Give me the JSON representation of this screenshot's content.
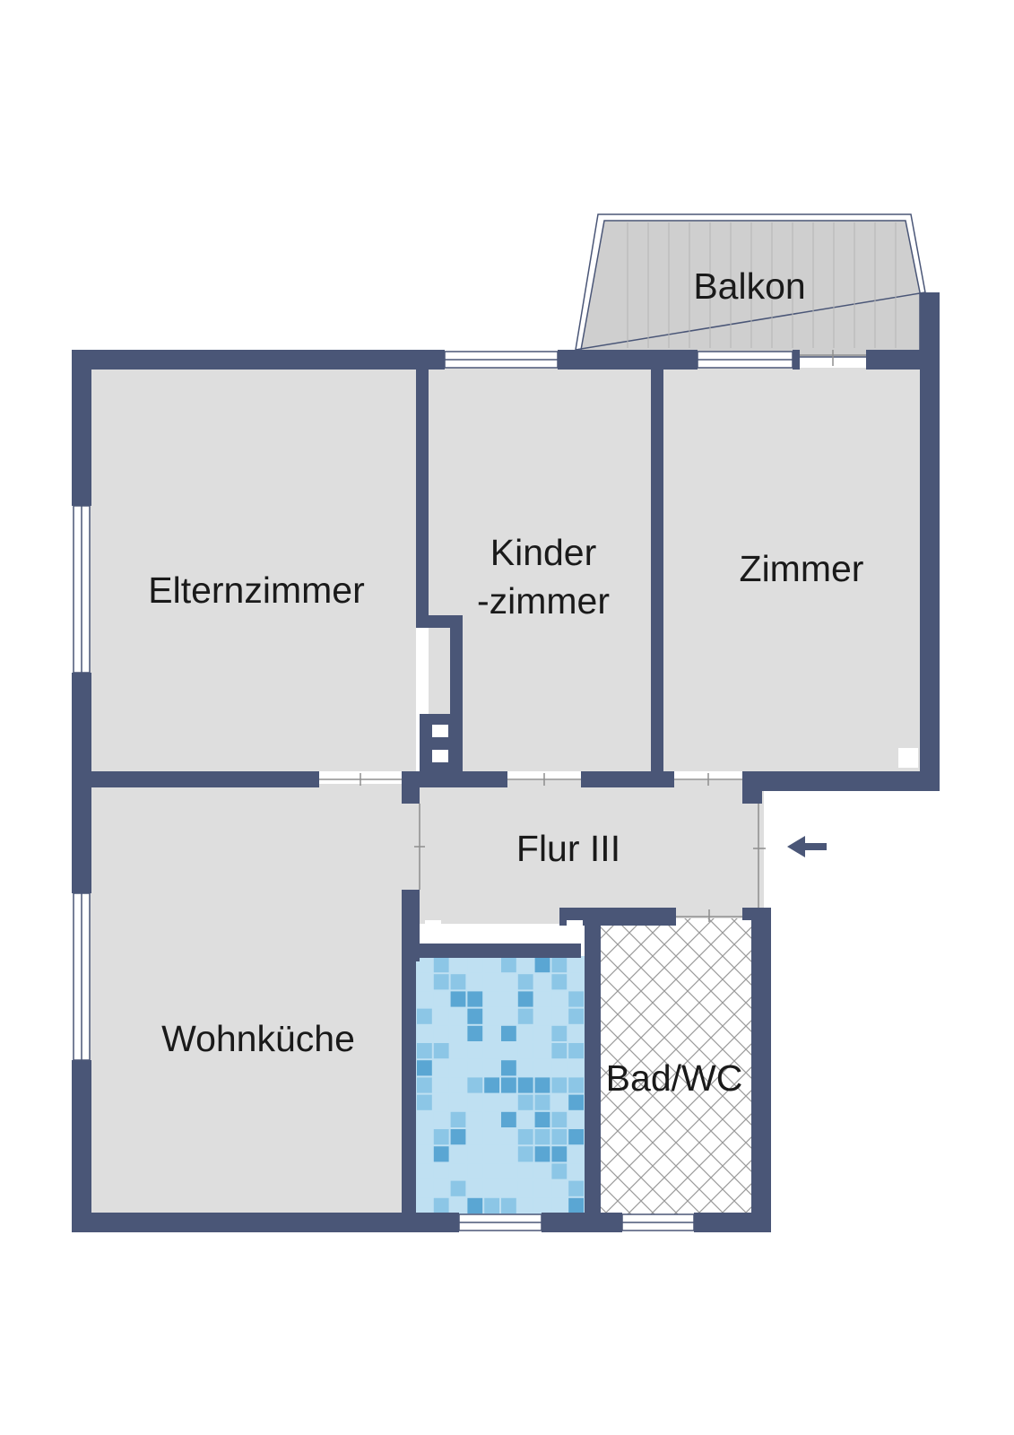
{
  "colors": {
    "wall": "#4a5677",
    "floor": "#dedede",
    "balcony": "#cfcfcf",
    "balcony_line": "#b5b5b5",
    "tile_light": "#bfe0f2",
    "tile_mid": "#8cc6e6",
    "tile_dark": "#5aa6d3",
    "hatch": "#9a9a9a",
    "door_line": "#8f8f8f",
    "entry_arrow": "#4a5677"
  },
  "rooms": {
    "balkon": "Balkon",
    "elternzimmer": "Elternzimmer",
    "kinderzimmer_line1": "Kinder",
    "kinderzimmer_line2": "-zimmer",
    "zimmer": "Zimmer",
    "flur": "Flur III",
    "wohnkueche": "Wohnküche",
    "bad": "Bad/WC"
  },
  "icons": {
    "entry": "arrow-left-icon",
    "chimney": "shaft-square-icon"
  }
}
